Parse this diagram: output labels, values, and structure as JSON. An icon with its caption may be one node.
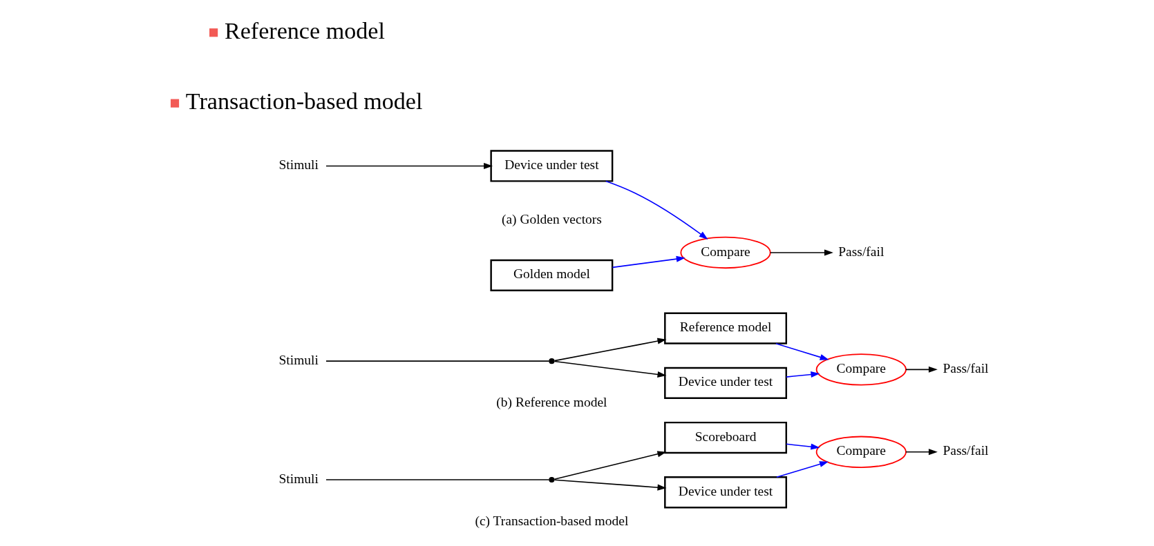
{
  "diagram": {
    "nodes": [
      {
        "text": [
          "Golden model"
        ]
      },
      {
        "text": [
          "Compare"
        ]
      },
      {
        "text": [
          "Pass/fail"
        ]
      },
      {
        "text": [
          "Stimuli"
        ]
      },
      {
        "text": [
          "Device under test"
        ]
      },
      {
        "text": [
          "Reference model"
        ]
      },
      {
        "text": [
          "Stimuli"
        ]
      },
      {
        "text": [],
        "shape": "circle"
      },
      {
        "text": [
          "Device under test"
        ]
      },
      {
        "text": [
          "Compare"
        ]
      },
      {
        "text": [
          "Pass/fail"
        ]
      },
      {
        "text": [
          "Scoreboard"
        ]
      },
      {
        "text": [
          "Stimuli"
        ]
      },
      {
        "text": [],
        "shape": "circle"
      },
      {
        "text": [
          "Device under test"
        ]
      },
      {
        "text": [
          "Compare"
        ]
      },
      {
        "text": [
          "Pass/fail"
        ]
      }
    ],
    "edges": [
      {
        "from": 0,
        "to": 1,
        "arrow": "to",
        "color": "#0000ff"
      },
      {
        "from": 4,
        "to": 1,
        "arrow": "to",
        "color": "#0000ff"
      },
      {
        "from": 1,
        "to": 2,
        "arrow": "to"
      },
      {
        "from": 3,
        "to": 4,
        "arrow": "to"
      },
      {
        "from": 6,
        "to": 7,
        "arrow": "none"
      },
      {
        "from": 7,
        "to": 5,
        "arrow": "to"
      },
      {
        "from": 7,
        "to": 8,
        "arrow": "to"
      },
      {
        "from": 5,
        "to": 9,
        "arrow": "to",
        "color": "#0000ff"
      },
      {
        "from": 8,
        "to": 9,
        "arrow": "to",
        "color": "#0000ff"
      },
      {
        "from": 9,
        "to": 10,
        "arrow": "to"
      },
      {
        "from": 12,
        "to": 13,
        "arrow": "none"
      },
      {
        "from": 13,
        "to": 11,
        "arrow": "to"
      },
      {
        "from": 13,
        "to": 14,
        "arrow": "to"
      },
      {
        "from": 11,
        "to": 15,
        "arrow": "to",
        "color": "#0000ff"
      },
      {
        "from": 14,
        "to": 15,
        "arrow": "to",
        "color": "#0000ff"
      },
      {
        "from": 15,
        "to": 16,
        "arrow": "to"
      }
    ],
    "labels": [
      "Reference model",
      "Transaction-based model",
      "(a) Golden vectors",
      "(b) Reference model",
      "(c) Transaction-based model"
    ]
  }
}
